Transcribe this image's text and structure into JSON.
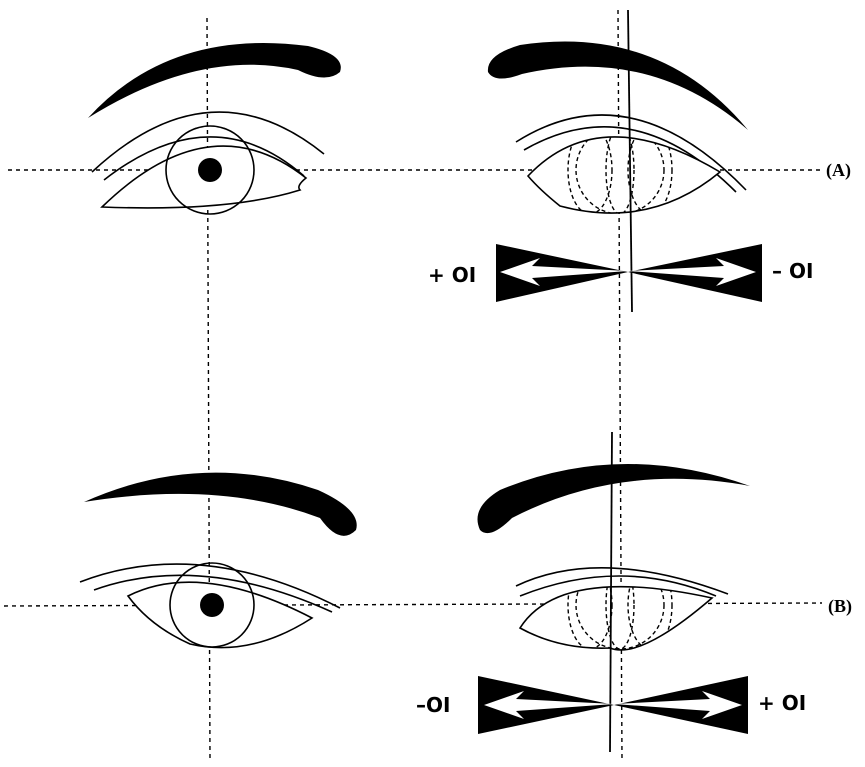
{
  "panels": [
    {
      "id": "A",
      "label": "(A)",
      "left_sign": "+ OI",
      "right_sign": "– OI"
    },
    {
      "id": "B",
      "label": "(B)",
      "left_sign": "–OI",
      "right_sign": "+ OI"
    }
  ],
  "colors": {
    "ink": "#000000",
    "paper": "#ffffff"
  }
}
